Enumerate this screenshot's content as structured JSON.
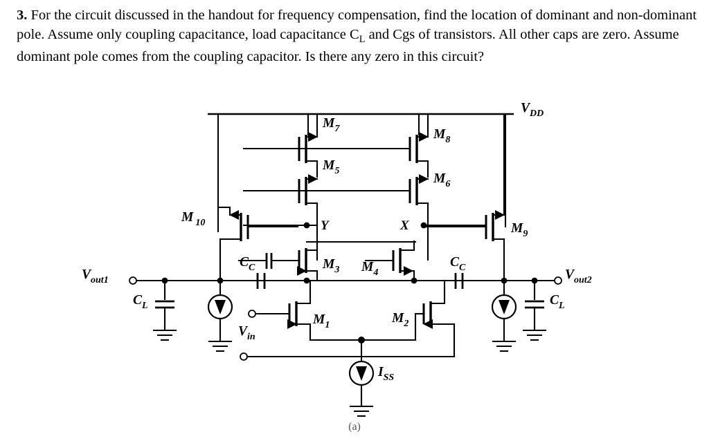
{
  "question": {
    "number": "3.",
    "line1": "For the circuit discussed in the handout for frequency compensation, find the location",
    "line2": "of dominant and non-dominant pole. Assume only coupling capacitance, load capacitance",
    "line3_a": "C",
    "line3_sub": "L",
    "line3_b": " and Cgs of transistors. All other caps are zero.  Assume dominant pole comes from",
    "line4": "the coupling capacitor. Is there any zero in this circuit?"
  },
  "figure": {
    "caption": "(a)",
    "supply_label": "V",
    "supply_sub": "DD",
    "nodes": {
      "y": "Y",
      "x": "X"
    },
    "transistors": {
      "m1": {
        "base": "M",
        "idx": "1"
      },
      "m2": {
        "base": "M",
        "idx": "2"
      },
      "m3": {
        "base": "M",
        "idx": "3"
      },
      "m4": {
        "base": "M",
        "idx": "4"
      },
      "m5": {
        "base": "M",
        "idx": "5"
      },
      "m6": {
        "base": "M",
        "idx": "6"
      },
      "m7": {
        "base": "M",
        "idx": "7"
      },
      "m8": {
        "base": "M",
        "idx": "8"
      },
      "m9": {
        "base": "M",
        "idx": "9"
      },
      "m10": {
        "base": "M",
        "idx": "10"
      }
    },
    "caps": {
      "cc_left": {
        "base": "C",
        "idx": "C"
      },
      "cc_right": {
        "base": "C",
        "idx": "C"
      },
      "cl_left": {
        "base": "C",
        "idx": "L"
      },
      "cl_right": {
        "base": "C",
        "idx": "L"
      }
    },
    "ports": {
      "vout1": {
        "base": "V",
        "idx": "out1"
      },
      "vout2": {
        "base": "V",
        "idx": "out2"
      },
      "vin": {
        "base": "V",
        "idx": "in"
      }
    },
    "sources": {
      "iss": {
        "base": "I",
        "idx": "SS"
      }
    }
  }
}
